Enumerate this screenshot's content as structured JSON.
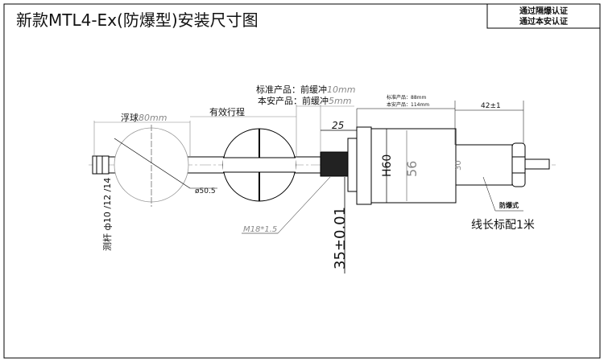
{
  "title": "新款MTL4-Ex(防爆型)安装尺寸图",
  "certifications": [
    "通过隔爆认证",
    "通过本安认证"
  ],
  "buffer_note": {
    "standard": "标准产品：前缓冲",
    "standard_value": "10mm",
    "ia": "本安产品：前缓冲",
    "ia_value": "5mm"
  },
  "length_note": {
    "standard": "标准产品：88mm",
    "ia": "本安产品：114mm"
  },
  "dims": {
    "tail": "42±1",
    "thread_len": "25",
    "hex": "H60",
    "body_dia": "56",
    "tail_dia": "30",
    "ball_dia": "ø50.5",
    "thread": "M18*1.5",
    "offset": "35±0.01",
    "rod": "测杆 ф10 /12 /14"
  },
  "labels": {
    "float_ball": "浮球",
    "float_ball_value": "80mm",
    "stroke": "有效行程",
    "explosion_proof": "防爆式",
    "cable": "线长标配1米"
  }
}
